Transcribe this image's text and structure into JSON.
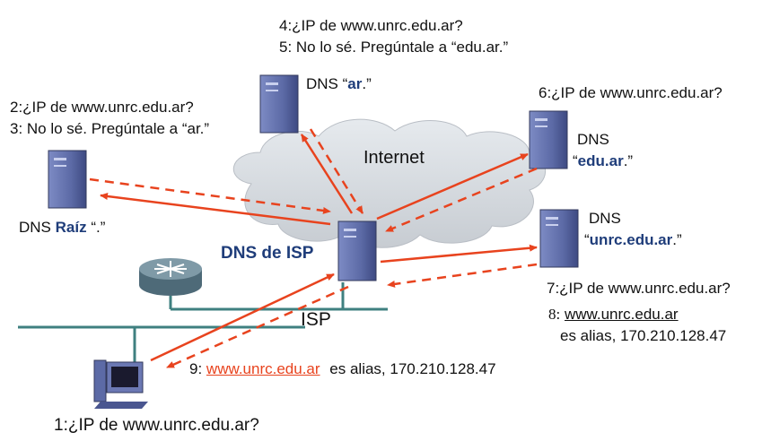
{
  "steps": {
    "s1": "1:¿IP de www.unrc.edu.ar?",
    "s2": "2:¿IP de www.unrc.edu.ar?",
    "s3": "3: No lo sé. Pregúntale a “ar.”",
    "s4": "4:¿IP de www.unrc.edu.ar?",
    "s5": "5: No lo sé. Pregúntale a “edu.ar.”",
    "s6": "6:¿IP de www.unrc.edu.ar?",
    "s7": "7:¿IP de www.unrc.edu.ar?",
    "s8_prefix": "8:",
    "s8_url": "www.unrc.edu.ar",
    "s8_rest": "es alias, 170.210.128.47",
    "s9_prefix": "9:",
    "s9_url": "www.unrc.edu.ar",
    "s9_rest": "es alias, 170.210.128.47"
  },
  "servers": {
    "root_prefix": "DNS",
    "root_name": "Raíz",
    "root_suffix": "“.”",
    "ar_prefix": "DNS “",
    "ar_name": "ar",
    "ar_suffix": ".”",
    "edu_label": "DNS",
    "edu_open": "“",
    "edu_name": "edu.ar",
    "edu_close": ".”",
    "unrc_label": "DNS",
    "unrc_open": "“",
    "unrc_name": "unrc.edu.ar",
    "unrc_close": ".”",
    "isp": "DNS de ISP"
  },
  "network": {
    "internet": "Internet",
    "isp": "ISP"
  },
  "colors": {
    "arrow": "#e8431e",
    "server": "#5c6aa6",
    "network_line": "#3f8080",
    "label_accent": "#1f3d7a"
  },
  "icons": [
    "server-icon",
    "router-icon",
    "computer-icon",
    "cloud-shape"
  ]
}
